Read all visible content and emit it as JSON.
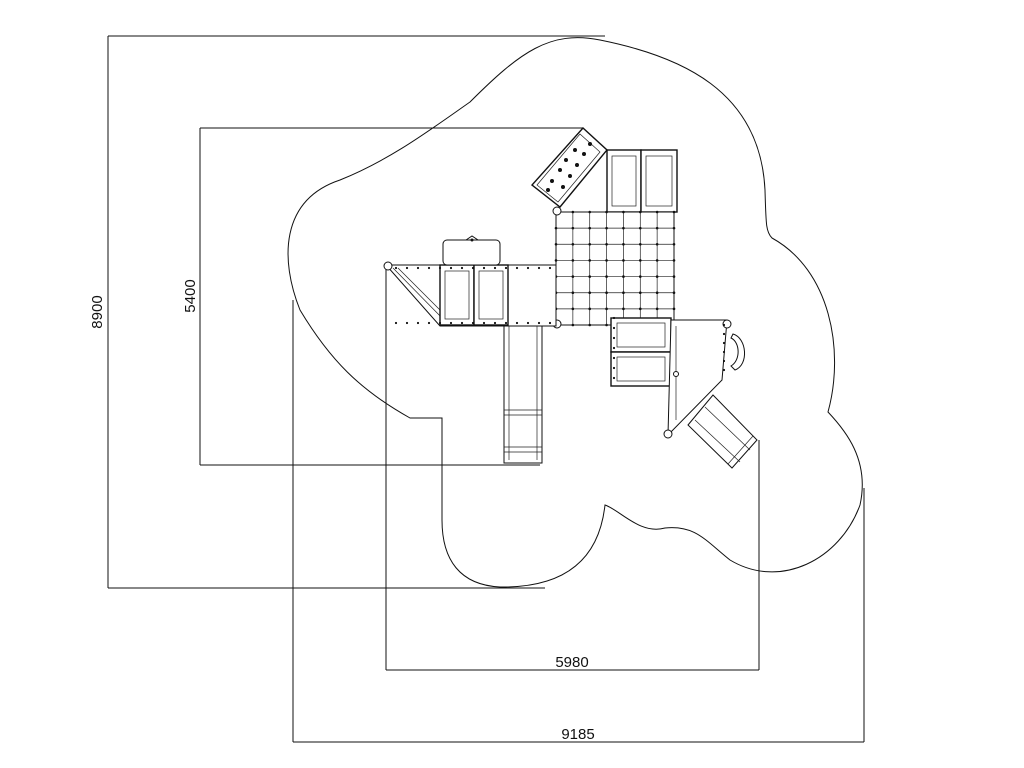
{
  "drawing": {
    "units": "mm",
    "dimensions": {
      "total_height": "8900",
      "structure_height": "5400",
      "structure_width": "5980",
      "total_width": "9185"
    }
  }
}
